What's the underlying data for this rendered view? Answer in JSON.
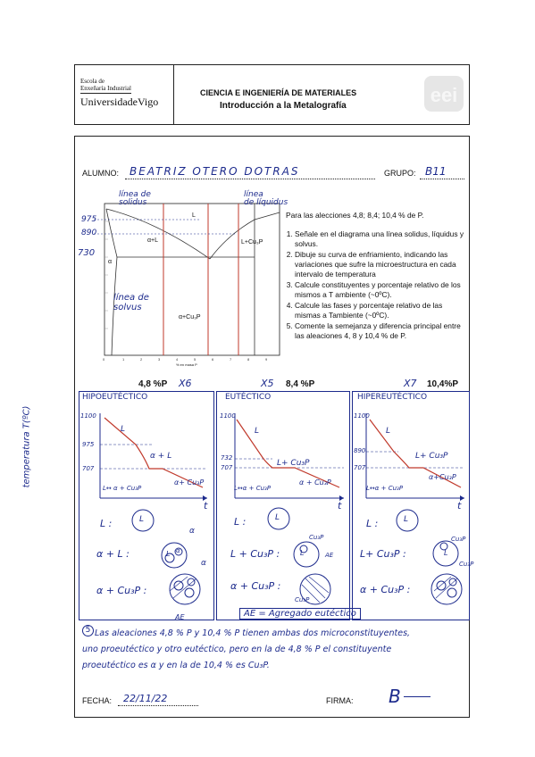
{
  "header": {
    "school_line1": "Escola de",
    "school_line2": "Enxeñaría Industrial",
    "university": "UniversidadeVigo",
    "course": "CIENCIA E INGENIERÍA DE MATERIALES",
    "subject": "Introducción a la Metalografía",
    "logo_text": "eei"
  },
  "student": {
    "label": "ALUMNO:",
    "value": "BEATRIZ OTERO DOTRAS",
    "group_label": "GRUPO:",
    "group_value": "B11"
  },
  "diagram": {
    "annotations": {
      "solidus": "línea de\nsolidus",
      "liquidus": "línea\nde líquidus",
      "solvus": "línea de\nsolvus"
    },
    "region_labels": [
      "L",
      "α+L",
      "L+Cu₃P",
      "α+Cu₃P",
      "α"
    ],
    "temps": [
      "975",
      "890",
      "730"
    ],
    "xlabel": "% en masa P"
  },
  "instructions": {
    "intro": "Para las alecciones 4,8; 8,4; 10,4 % de P.",
    "items": [
      "Señale en el diagrama una línea solidus, líquidus y solvus.",
      "Dibuje su curva de enfriamiento, indicando las variaciones que sufre la microestructura en cada intervalo de temperatura",
      "Calcule constituyentes y porcentaje relativo de los mismos a T ambiente (~0ºC).",
      "Calcule las fases y porcentaje relativo de las mismas a Tambiente (~0ºC).",
      "Comente la semejanza y diferencia principal entre las aleaciones 4, 8 y 10,4 % de P."
    ]
  },
  "columns": [
    {
      "title": "4,8 %P",
      "mark": "X6",
      "type": "HIPOEUTÉCTICO",
      "t_top": "975",
      "t_eut": "707",
      "regions": [
        "L",
        "α + L",
        "L↔ α + Cu₃P",
        "α+ Cu₃P"
      ],
      "micro": [
        "L :",
        "α + L :",
        "α + Cu₃P :"
      ],
      "micro_labels": [
        "L",
        "α",
        "L",
        "α",
        "α",
        "AE"
      ]
    },
    {
      "title": "8,4 %P",
      "mark": "X5",
      "type": "EUTÉCTICO",
      "t_top": "732",
      "t_eut": "707",
      "regions": [
        "L",
        "L+ Cu₃P",
        "L↔α + Cu₃P",
        "α + Cu₃P"
      ],
      "micro": [
        "L :",
        "L + Cu₃P :",
        "α + Cu₃P :"
      ],
      "micro_labels": [
        "L",
        "Cu₃P",
        "L",
        "AE",
        "Cu₃P"
      ]
    },
    {
      "title": "10,4%P",
      "mark": "X7",
      "type": "HIPEREUTÉCTICO",
      "t_top": "890",
      "t_eut": "707",
      "regions": [
        "L",
        "L+ Cu₃P",
        "L↔α + Cu₃P",
        "α+Cu₃P"
      ],
      "micro": [
        "L :",
        "L+ Cu₃P :",
        "α + Cu₃P :"
      ],
      "micro_labels": [
        "L",
        "Cu₃P",
        "L",
        "Cu₃P"
      ]
    }
  ],
  "axis": {
    "top": "1100",
    "t": "t",
    "ylabel": "temperatura T(ºC)"
  },
  "ae_definition": "AE = Agregado eutéctico",
  "comment": {
    "number": "5",
    "line1": "Las aleaciones 4,8 % P y 10,4 % P tienen ambas dos microconstituyentes,",
    "line2": "uno proeutéctico y otro eutéctico, pero en la de 4,8 % P el constituyente",
    "line3": "proeutéctico es α y en la de 10,4 % es Cu₃P."
  },
  "footer": {
    "date_label": "FECHA:",
    "date_value": "22/11/22",
    "sign_label": "FIRMA:",
    "sign_value": "B"
  }
}
